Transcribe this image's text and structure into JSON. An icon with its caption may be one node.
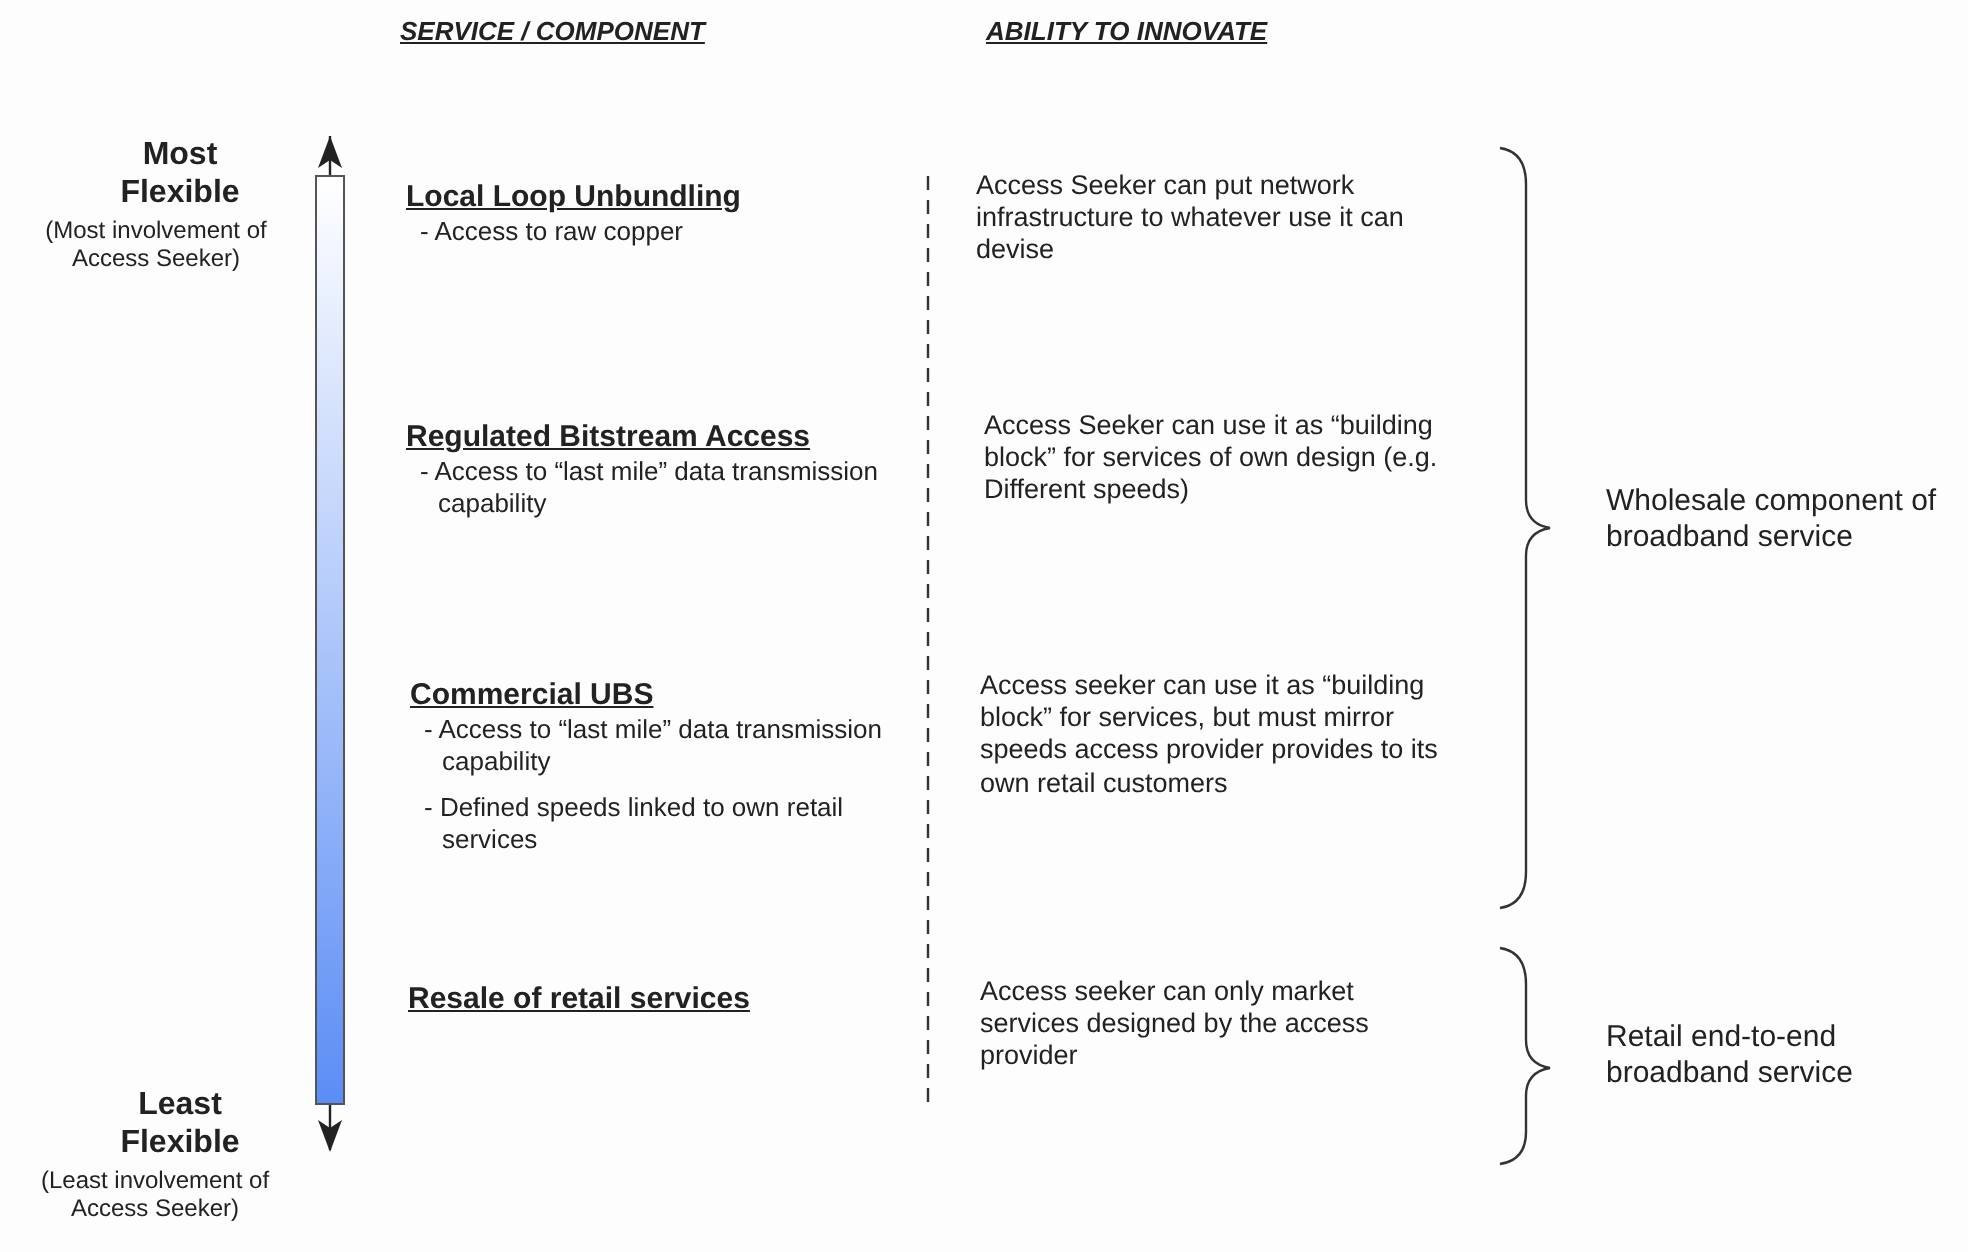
{
  "diagram": {
    "labels": [
      "SERVICE / COMPONENT",
      "ABILITY TO INNOVATE",
      "Most Flexible",
      "(Most involvement of Access Seeker)",
      "Local Loop Unbundling",
      "- Access to raw copper",
      "Access Seeker can put network infrastructure to whatever use it can devise",
      "Regulated Bitstream Access",
      "- Access to “last mile” data transmission capability",
      "Access Seeker can use it as “building block” for services of own design (e.g. Different speeds)",
      "Wholesale component of broadband service",
      "Commercial UBS",
      "- Access to “last mile” data transmission capability",
      "- Defined speeds linked to own retail services",
      "Access seeker can use it as “building block” for services, but must mirror speeds access provider provides to its own retail customers",
      "Resale of retail services",
      "Access seeker can only market services designed by the access provider",
      "Retail end-to-end broadband service",
      "Least Flexible",
      "(Least involvement of Access Seeker)"
    ]
  }
}
